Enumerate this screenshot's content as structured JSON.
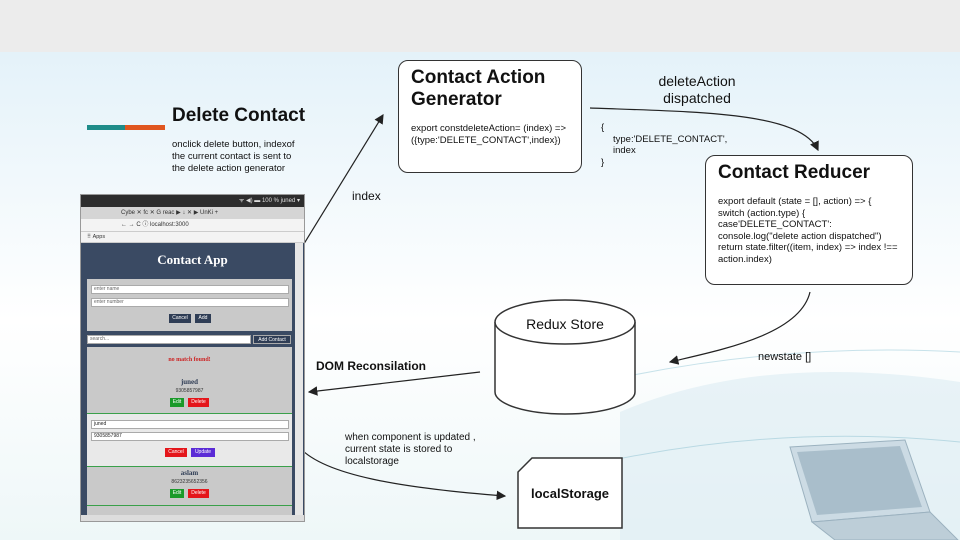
{
  "slide": {
    "heading": "Delete Contact",
    "description_lines": [
      "onclick delete button, indexof",
      "the current contact is sent to",
      "the delete action generator"
    ]
  },
  "action_generator": {
    "title_lines": [
      "Contact Action",
      "Generator"
    ],
    "code_lines": [
      "export constdeleteAction= (index) =>",
      "({type:'DELETE_CONTACT',index})"
    ]
  },
  "dispatch_label_lines": [
    "deleteAction",
    "dispatched"
  ],
  "action_object_lines": [
    "{",
    "type:'DELETE_CONTACT',",
    "index",
    "}"
  ],
  "reducer": {
    "title": "Contact Reducer",
    "code_lines": [
      "export default (state = [], action) => {",
      "switch (action.type) {",
      "case'DELETE_CONTACT':",
      "console.log(\"delete action dispatched\")",
      "return state.filter((item, index) => index !==",
      "action.index)"
    ]
  },
  "store": {
    "label": "Redux Store"
  },
  "newstate_label": "newstate []",
  "dom_label": "DOM Reconsilation",
  "index_label": "index",
  "localstorage_note_lines": [
    "when component is updated ,",
    "current state is stored to",
    "localstorage"
  ],
  "localstorage": {
    "label": "localStorage"
  },
  "screenshot": {
    "os_bar": "ᯤ ◀) ▬ 100 %  juned ▾",
    "tabs": "Cybe  ✕   fc ✕   G reac   ▶ ↓ ✕  ▶ UnKi   +",
    "url": "←  →  C   ⓘ localhost:3000",
    "bookmarks": "Apps",
    "app_title": "Contact App",
    "name_placeholder": "enter name",
    "number_placeholder": "enter number",
    "cancel_label": "Cancel",
    "add_label": "Add",
    "search_placeholder": "search...",
    "add_contact_label": "Add Contact",
    "no_match": "no match found!",
    "contact1": {
      "name": "juned",
      "number": "9305857987"
    },
    "edit_label": "Edit",
    "delete_label": "Delete",
    "edit_name_value": "juned",
    "edit_number_value": "9305857987",
    "update_label": "Update",
    "contact2": {
      "name": "aslam",
      "number": "8623235652356"
    }
  },
  "colors": {
    "accent_teal": "#1e8c89",
    "accent_orange": "#e0561f",
    "app_bg": "#3a4a63"
  }
}
